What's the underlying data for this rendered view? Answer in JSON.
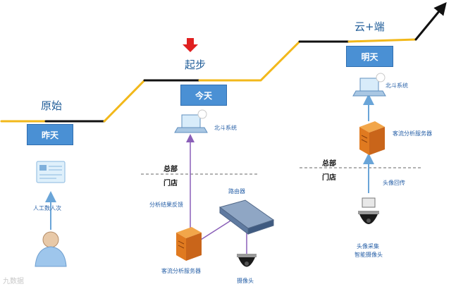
{
  "stages": {
    "origin_label": "原始",
    "start_label": "起步",
    "cloud_label": "云+端",
    "yesterday": "昨天",
    "today": "今天",
    "tomorrow": "明天"
  },
  "left": {
    "manual_count": "人工数人次"
  },
  "middle": {
    "beidou": "北斗系统",
    "hq": "总部",
    "store": "门店",
    "feedback": "分析结果反馈",
    "router": "路由器",
    "server": "客流分析服务器",
    "camera": "摄像头"
  },
  "right": {
    "beidou": "北斗系统",
    "server": "客流分析服务器",
    "hq": "总部",
    "store": "门店",
    "upload": "头像回传",
    "capture_line1": "头像采集",
    "capture_line2": "智能摄像头"
  },
  "watermark": "九数据",
  "colors": {
    "curve_yellow": "#f2b81a",
    "curve_black": "#111111",
    "box_blue": "#4a90d4",
    "arrow_blue": "#6aa5d8",
    "arrow_purple": "#8a5fb8",
    "down_arrow_red": "#e02020"
  }
}
